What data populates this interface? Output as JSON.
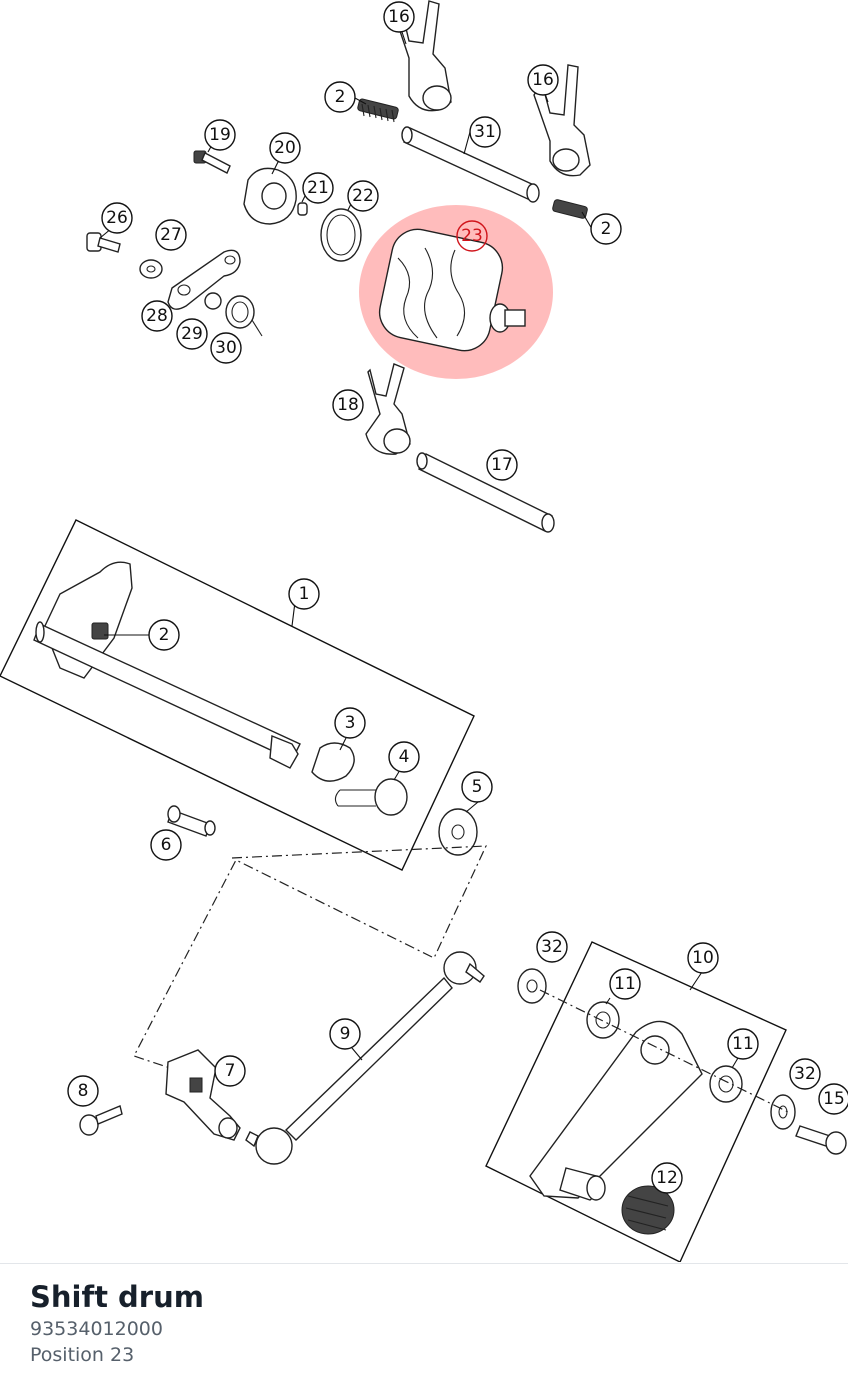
{
  "diagram": {
    "highlight_color": "#ff6b6b",
    "selected_callout_color": "#d0141b",
    "callouts": [
      "16",
      "2",
      "31",
      "16",
      "19",
      "20",
      "21",
      "22",
      "23",
      "2",
      "26",
      "27",
      "28",
      "29",
      "30",
      "18",
      "17",
      "1",
      "2",
      "3",
      "4",
      "5",
      "6",
      "32",
      "10",
      "11",
      "11",
      "32",
      "15",
      "9",
      "7",
      "8",
      "12"
    ]
  },
  "part": {
    "name": "Shift drum",
    "number": "93534012000",
    "position": "Position 23"
  }
}
